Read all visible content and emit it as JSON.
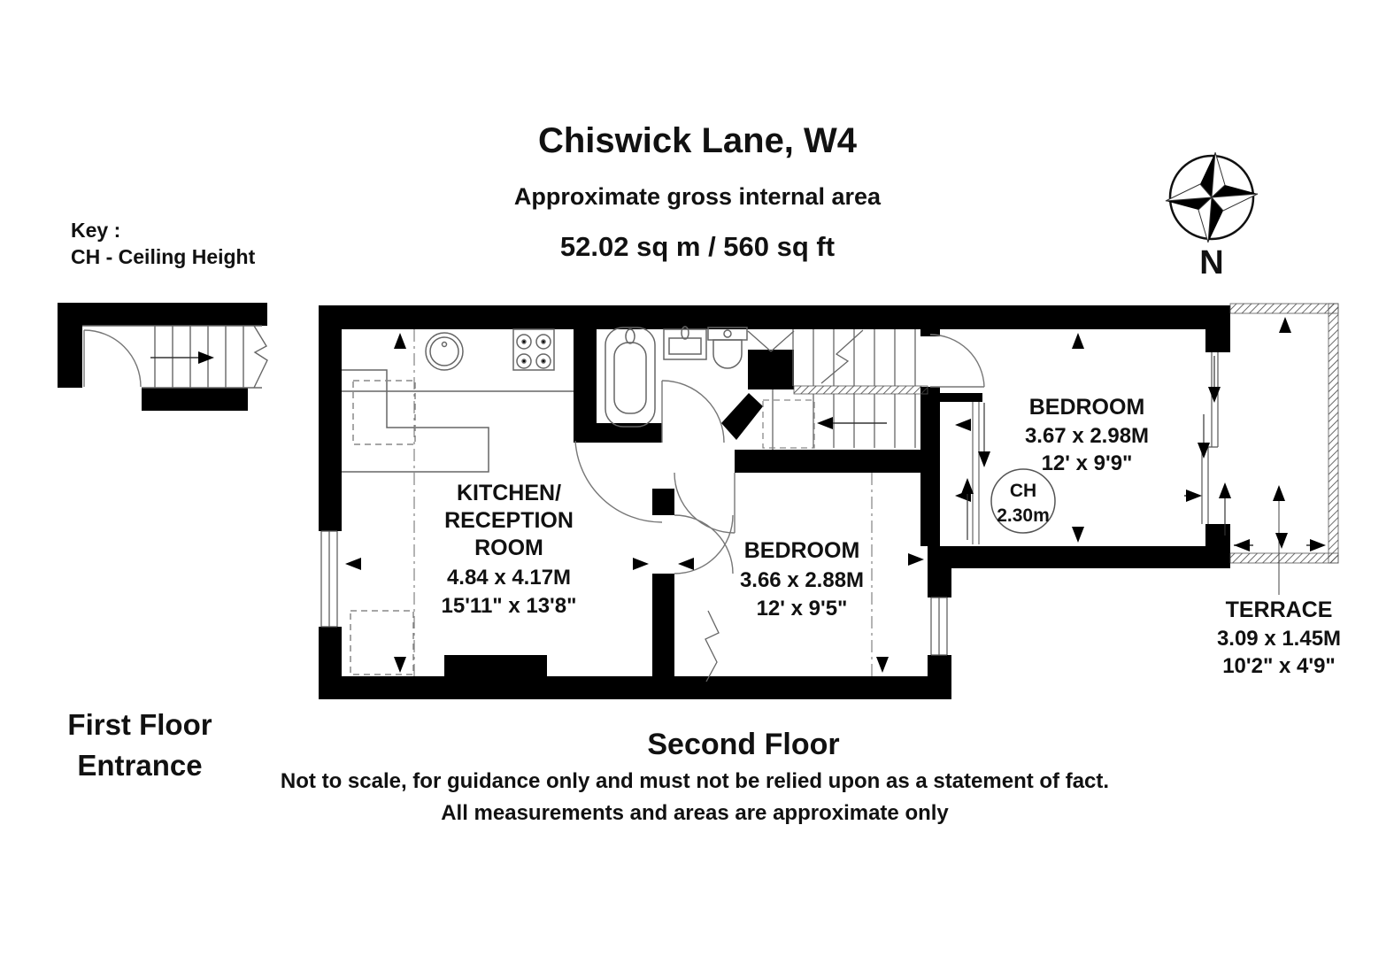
{
  "header": {
    "title": "Chiswick Lane, W4",
    "subtitle": "Approximate gross internal area",
    "area": "52.02 sq m / 560 sq ft"
  },
  "key": {
    "heading": "Key :",
    "entry": "CH - Ceiling Height"
  },
  "compass": {
    "north_label": "N"
  },
  "plans": {
    "first_floor": {
      "label_line1": "First Floor",
      "label_line2": "Entrance"
    },
    "second_floor": {
      "label": "Second Floor"
    }
  },
  "rooms": {
    "kitchen_reception": {
      "name_line1": "KITCHEN/",
      "name_line2": "RECEPTION",
      "name_line3": "ROOM",
      "dims_metric": "4.84 x 4.17M",
      "dims_imperial": "15'11\" x 13'8\""
    },
    "bedroom_1": {
      "name": "BEDROOM",
      "dims_metric": "3.66 x 2.88M",
      "dims_imperial": "12' x 9'5\""
    },
    "bedroom_2": {
      "name": "BEDROOM",
      "dims_metric": "3.67 x 2.98M",
      "dims_imperial": "12' x 9'9\"",
      "ceiling_height_line1": "CH",
      "ceiling_height_line2": "2.30m"
    },
    "terrace": {
      "name": "TERRACE",
      "dims_metric": "3.09 x 1.45M",
      "dims_imperial": "10'2\" x 4'9\""
    }
  },
  "disclaimer": {
    "line1": "Not to scale, for guidance only and must not be relied upon as a statement of fact.",
    "line2": "All measurements and areas are approximate only"
  },
  "colors": {
    "wall": "#000000",
    "fixture_line": "#6e6e6e",
    "background": "#ffffff"
  }
}
